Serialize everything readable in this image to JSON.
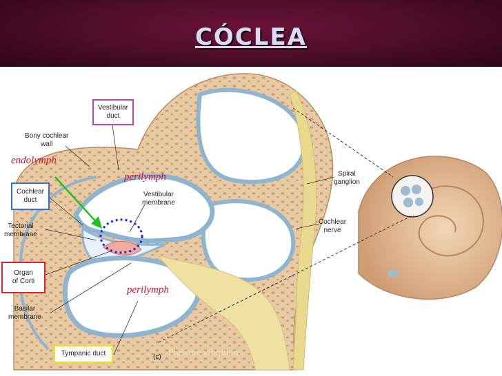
{
  "slide": {
    "title": "CÓCLEA"
  },
  "labels": {
    "vestibular_duct": "Vestibular\nduct",
    "bony_wall": "Bony cochlear\nwall",
    "cochlear_duct": "Cochlear\nduct",
    "tectorial": "Tectorial\nmembrane",
    "organ_corti": "Organ\nof Corti",
    "basilar": "Basilar\nmembrane",
    "tympanic": "Tympanic duct",
    "vestibular_membrane": "Vestibular\nmembrane",
    "spiral_ganglion": "Spiral\nganglion",
    "cochlear_nerve": "Cochlear\nnerve",
    "panel": "(c)"
  },
  "annotations": {
    "endolymph": "endolymph",
    "perilymph_top": "perilymph",
    "perilymph_bottom": "perilymph",
    "pressure": "Pressure vibrations"
  },
  "colors": {
    "header": "#4a0d27",
    "title": "#d8dcf0",
    "annotation": "#c4162d",
    "vestibular_box": "#b44aa8",
    "cochlear_box": "#2f6fd6",
    "corti_box": "#e0202a",
    "tympanic_box": "#e8e418",
    "arrow": "#22c21e",
    "dotted_circle": "#1a2ad8"
  },
  "icons": {
    "arrow": "green-arrow-icon"
  }
}
